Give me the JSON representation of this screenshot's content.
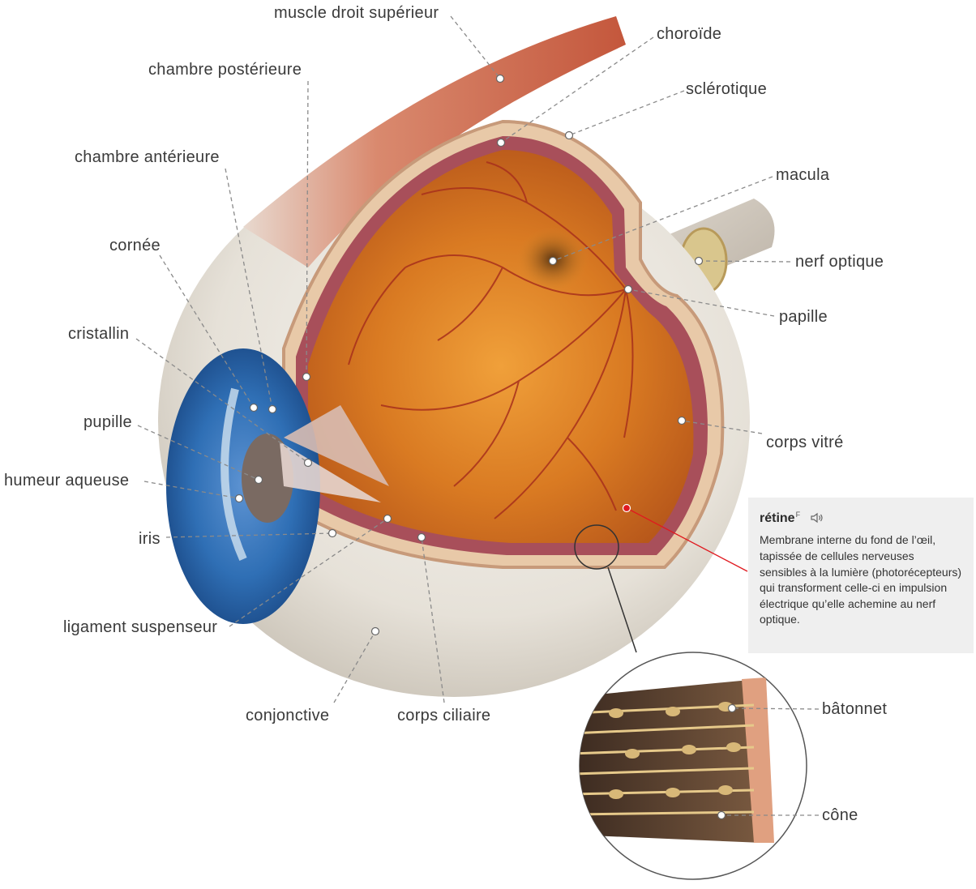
{
  "labels": {
    "muscle_droit_superieur": "muscle droit supérieur",
    "chambre_posterieure": "chambre postérieure",
    "chambre_anterieure": "chambre antérieure",
    "cornee": "cornée",
    "cristallin": "cristallin",
    "pupille": "pupille",
    "humeur_aqueuse": "humeur aqueuse",
    "iris": "iris",
    "ligament_suspenseur": "ligament suspenseur",
    "conjonctive": "conjonctive",
    "corps_ciliaire": "corps ciliaire",
    "choroide": "choroïde",
    "sclerotique": "sclérotique",
    "macula": "macula",
    "nerf_optique": "nerf optique",
    "papille": "papille",
    "corps_vitre": "corps vitré",
    "batonnet": "bâtonnet",
    "cone": "cône"
  },
  "info_card": {
    "title": "rétine",
    "superscript": "F",
    "speaker_icon": "speaker-icon",
    "text": "Membrane interne du fond de l’œil, tapissée de cellules nerveuses sensibles à la lumière (photorécepteurs) qui transforment celle-ci en impulsion électrique qu’elle achemine au nerf optique."
  },
  "colors": {
    "label_text": "#3a3a3a",
    "leader_line": "#8a8a8a",
    "highlight_point": "#e0191f",
    "card_background": "#efefef",
    "sclera": "#e9e5dd",
    "iris": "#2f6fb5",
    "retina_fundus": "#d4731e",
    "muscle": "#d0664a",
    "vessels": "#a8301c"
  }
}
